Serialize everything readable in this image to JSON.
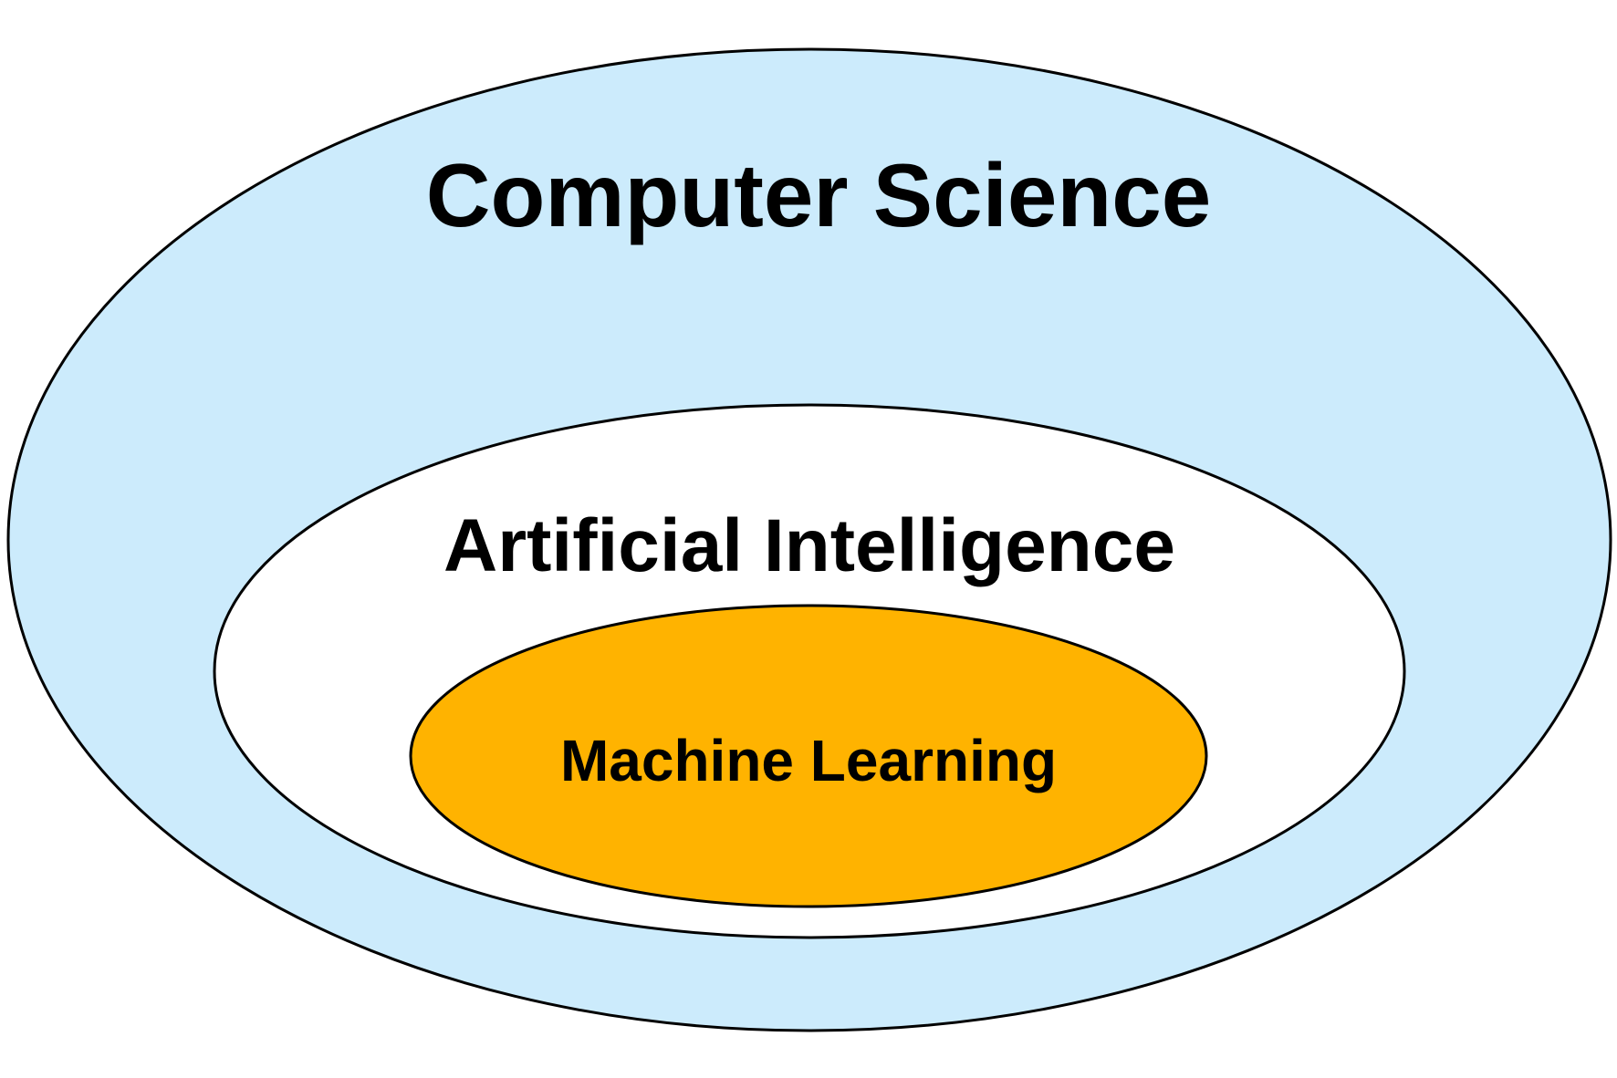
{
  "diagram": {
    "title": "Nested sets: Computer Science ⊃ Artificial Intelligence ⊃ Machine Learning",
    "sets": [
      {
        "label": "Computer Science",
        "fill": "#CCEBFC"
      },
      {
        "label": "Artificial Intelligence",
        "fill": "#FFFFFF"
      },
      {
        "label": "Machine Learning",
        "fill": "#FFB300"
      }
    ],
    "stroke": "#000000"
  }
}
